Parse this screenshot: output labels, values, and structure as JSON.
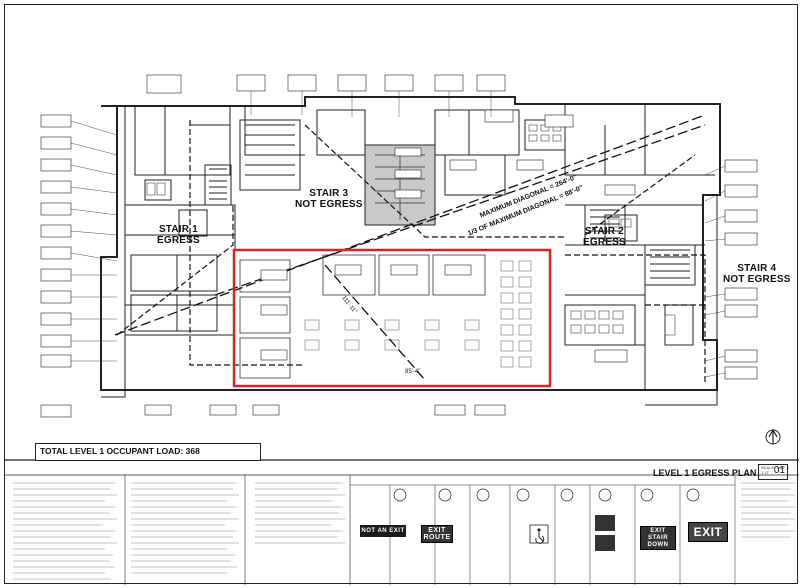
{
  "drawing": {
    "title": "LEVEL 1 EGRESS PLAN",
    "sheet_number": "01",
    "scale_note": "SCALE: 1/32\" = 1'-0\"",
    "total_occupant_load": "TOTAL LEVEL 1 OCCUPANT LOAD: 368"
  },
  "stairs": {
    "stair1": "STAIR 1\nEGRESS",
    "stair2": "STAIR 2\nEGRESS",
    "stair3": "STAIR 3\nNOT EGRESS",
    "stair4": "STAIR 4\nNOT EGRESS"
  },
  "diagonals": {
    "max_diagonal": "MAXIMUM DIAGONAL = 264'-0\"",
    "third_diagonal": "1/3 OF MAXIMUM DIAGONAL = 88'-0\"",
    "dim_a": "111'-11\"",
    "dim_b": "85'-4\""
  },
  "signage": {
    "not_an_exit": "NOT AN EXIT",
    "exit_route": "EXIT\nROUTE",
    "exit_stair_down": "EXIT\nSTAIR\nDOWN",
    "exit": "EXIT"
  },
  "highlight": {
    "color": "#d6262b"
  }
}
